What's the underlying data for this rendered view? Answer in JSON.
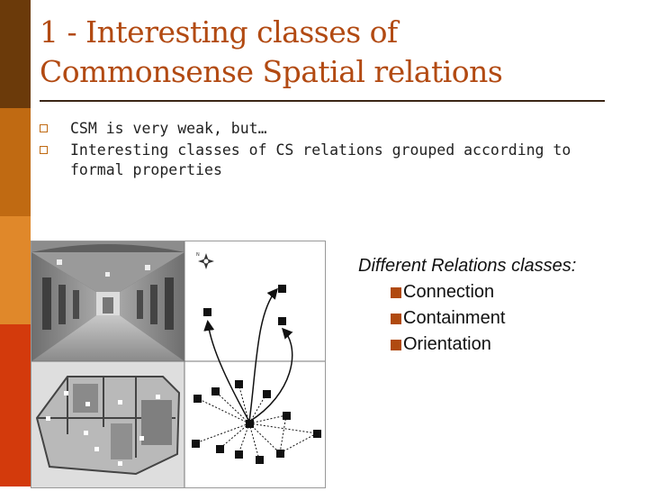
{
  "slide": {
    "title": "1 - Interesting classes of Commonsense Spatial relations",
    "bullets": [
      "CSM is very weak, but…",
      "Interesting classes of CS relations grouped according to formal properties"
    ]
  },
  "figure": {
    "compass_label": "N"
  },
  "relation_classes": {
    "heading": "Different Relations classes:",
    "items": [
      "Connection",
      "Containment",
      "Orientation"
    ]
  },
  "colors": {
    "title": "#b24a12",
    "stripe_dark": "#6b3a0a",
    "stripe_mid": "#c06a12",
    "stripe_light": "#e0882a",
    "stripe_red": "#d33a0c",
    "bullet_accent": "#b04a10"
  }
}
